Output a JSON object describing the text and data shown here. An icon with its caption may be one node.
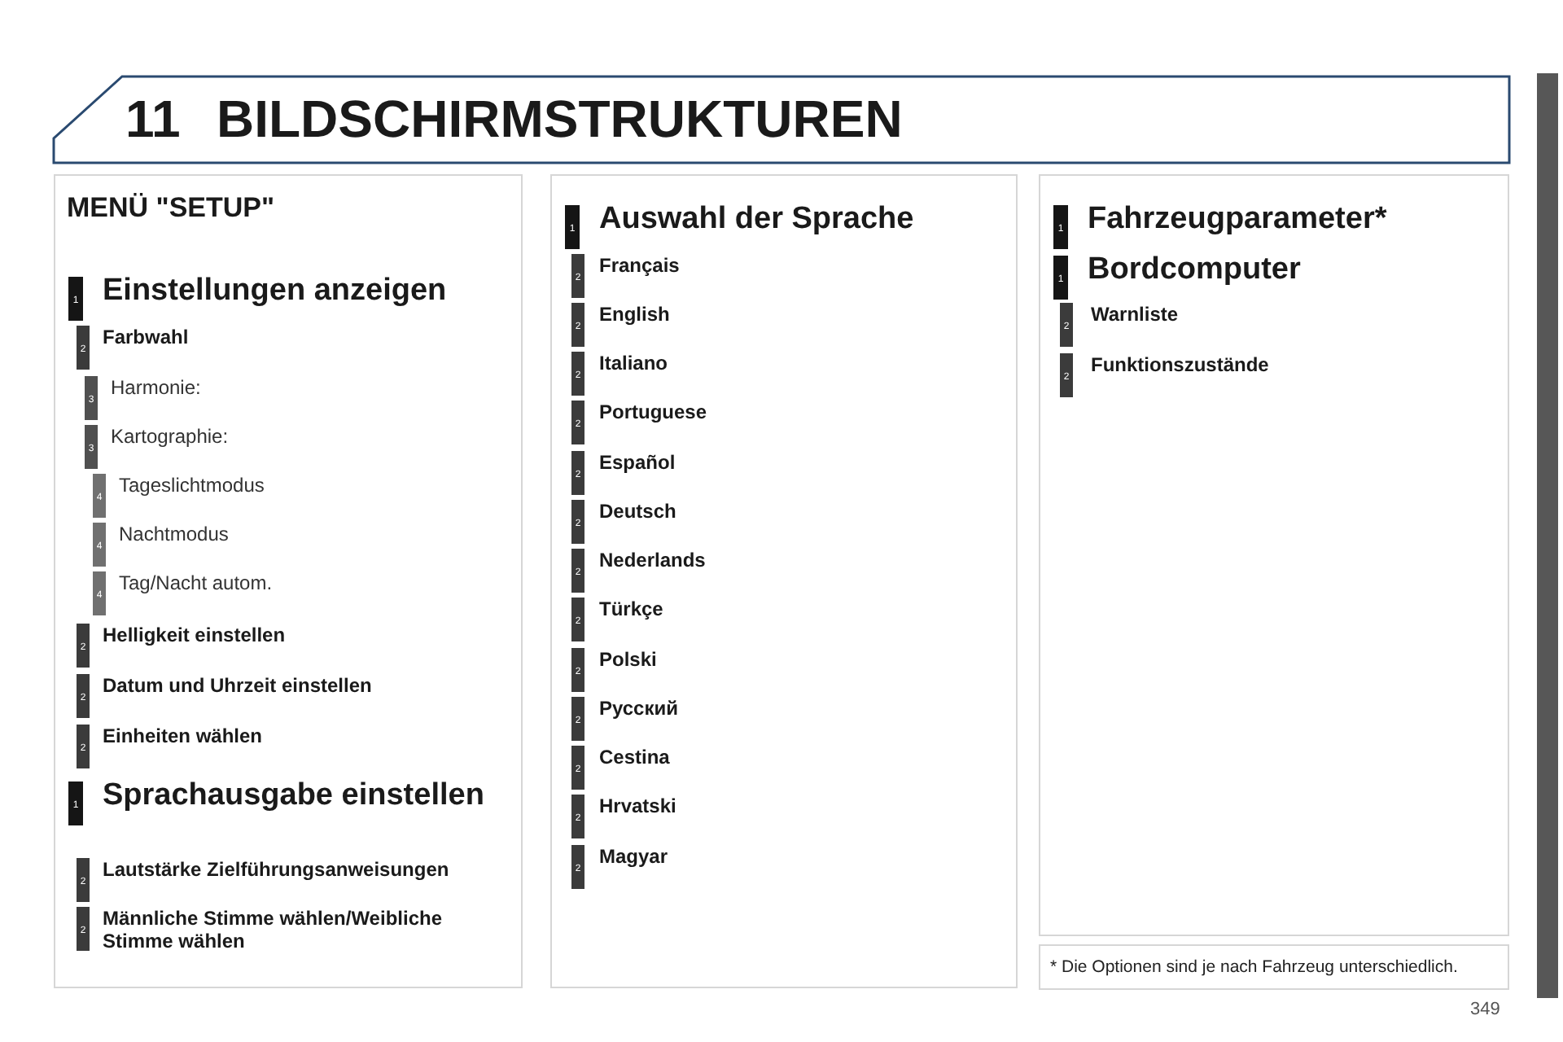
{
  "diagram": {
    "title": "BILDSCHIRMSTRUKTUREN",
    "nodes": [
      {
        "text": [
          "MENÜ \"SETUP\""
        ]
      },
      {
        "text": [
          "1"
        ],
        "in": 0,
        "beside": [
          "Einstellungen anzeigen"
        ]
      },
      {
        "text": [
          "2"
        ],
        "in": 0,
        "beside": [
          "Farbwahl"
        ]
      },
      {
        "text": [
          "3"
        ],
        "in": 0,
        "beside": [
          "Harmonie:"
        ]
      },
      {
        "text": [
          "3"
        ],
        "in": 0,
        "beside": [
          "Kartographie:"
        ]
      },
      {
        "text": [
          "4"
        ],
        "in": 0,
        "beside": [
          "Tageslichtmodus"
        ]
      },
      {
        "text": [
          "4"
        ],
        "in": 0,
        "beside": [
          "Nachtmodus"
        ]
      },
      {
        "text": [
          "4"
        ],
        "in": 0,
        "beside": [
          "Tag/Nacht autom."
        ]
      },
      {
        "text": [
          "2"
        ],
        "in": 0,
        "beside": [
          "Helligkeit einstellen"
        ]
      },
      {
        "text": [
          "2"
        ],
        "in": 0,
        "beside": [
          "Datum und Uhrzeit einstellen"
        ]
      },
      {
        "text": [
          "2"
        ],
        "in": 0,
        "beside": [
          "Einheiten wählen"
        ]
      },
      {
        "text": [
          "1"
        ],
        "in": 0,
        "beside": [
          "Sprachausgabe einstellen"
        ]
      },
      {
        "text": [
          "2"
        ],
        "in": 0,
        "beside": [
          "Lautstärke Zielführungsanweisungen"
        ]
      },
      {
        "text": [
          "2"
        ],
        "in": 0,
        "beside": [
          "Männliche Stimme wählen/Weibliche Stimme wählen"
        ]
      },
      {
        "text": [],
        "shape": "box"
      },
      {
        "text": [
          "1"
        ],
        "in": 14,
        "beside": [
          "Auswahl der Sprache"
        ]
      },
      {
        "text": [
          "2"
        ],
        "in": 14,
        "beside": [
          "Français"
        ]
      },
      {
        "text": [
          "2"
        ],
        "in": 14,
        "beside": [
          "English"
        ]
      },
      {
        "text": [
          "2"
        ],
        "in": 14,
        "beside": [
          "Italiano"
        ]
      },
      {
        "text": [
          "2"
        ],
        "in": 14,
        "beside": [
          "Portuguese"
        ]
      },
      {
        "text": [
          "2"
        ],
        "in": 14,
        "beside": [
          "Español"
        ]
      },
      {
        "text": [
          "2"
        ],
        "in": 14,
        "beside": [
          "Deutsch"
        ]
      },
      {
        "text": [
          "2"
        ],
        "in": 14,
        "beside": [
          "Nederlands"
        ]
      },
      {
        "text": [
          "2"
        ],
        "in": 14,
        "beside": [
          "Türkçe"
        ]
      },
      {
        "text": [
          "2"
        ],
        "in": 14,
        "beside": [
          "Polski"
        ]
      },
      {
        "text": [
          "2"
        ],
        "in": 14,
        "beside": [
          "Русский"
        ]
      },
      {
        "text": [
          "2"
        ],
        "in": 14,
        "beside": [
          "Cestina"
        ]
      },
      {
        "text": [
          "2"
        ],
        "in": 14,
        "beside": [
          "Hrvatski"
        ]
      },
      {
        "text": [
          "2"
        ],
        "in": 14,
        "beside": [
          "Magyar"
        ]
      },
      {
        "text": [],
        "shape": "box"
      },
      {
        "text": [
          "1"
        ],
        "in": 29,
        "beside": [
          "Fahrzeugparameter*"
        ]
      },
      {
        "text": [
          "1"
        ],
        "in": 29,
        "beside": [
          "Bordcomputer"
        ]
      },
      {
        "text": [
          "2"
        ],
        "in": 29,
        "beside": [
          "Warnliste"
        ]
      },
      {
        "text": [
          "2"
        ],
        "in": 29,
        "beside": [
          "Funktionszustände"
        ]
      },
      {
        "text": [
          "* Die Optionen sind je nach Fahrzeug unterschiedlich."
        ]
      }
    ],
    "labels": [
      "11",
      "349"
    ]
  }
}
